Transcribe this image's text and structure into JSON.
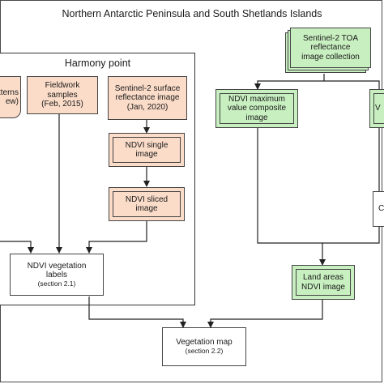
{
  "title": "Northern Antarctic Peninsula and South Shetlands Islands",
  "harmony": {
    "title": "Harmony point"
  },
  "boxes": {
    "patterns": {
      "line1": "tterns",
      "line2": "ew)"
    },
    "fieldwork": {
      "line1": "Fieldwork samples",
      "line2": "(Feb, 2015)"
    },
    "s2_surface": {
      "line1": "Sentinel-2 surface",
      "line2": "reflectance image",
      "line3": "(Jan, 2020)"
    },
    "ndvi_single": {
      "line1": "NDVI single",
      "line2": "image"
    },
    "ndvi_sliced": {
      "line1": "NDVI sliced",
      "line2": "image"
    },
    "ndvi_labels": {
      "line1": "NDVI vegetation",
      "line2": "labels",
      "line3": "(section 2.1)"
    },
    "s2_toa": {
      "line1": "Sentinel-2 TOA",
      "line2": "reflectance",
      "line3": "image collection"
    },
    "ndvi_max": {
      "line1": "NDVI maximum",
      "line2": "value composite",
      "line3": "image"
    },
    "right_partial": {
      "line1": "V"
    },
    "right_mid_partial": {
      "line1": "Cl"
    },
    "land_areas": {
      "line1": "Land areas",
      "line2": "NDVI image"
    },
    "veg_map": {
      "line1": "Vegetation map",
      "line2": "(section 2.2)"
    }
  },
  "colors": {
    "peach": "#fbdcc9",
    "green": "#c8efc0",
    "border": "#444444"
  }
}
